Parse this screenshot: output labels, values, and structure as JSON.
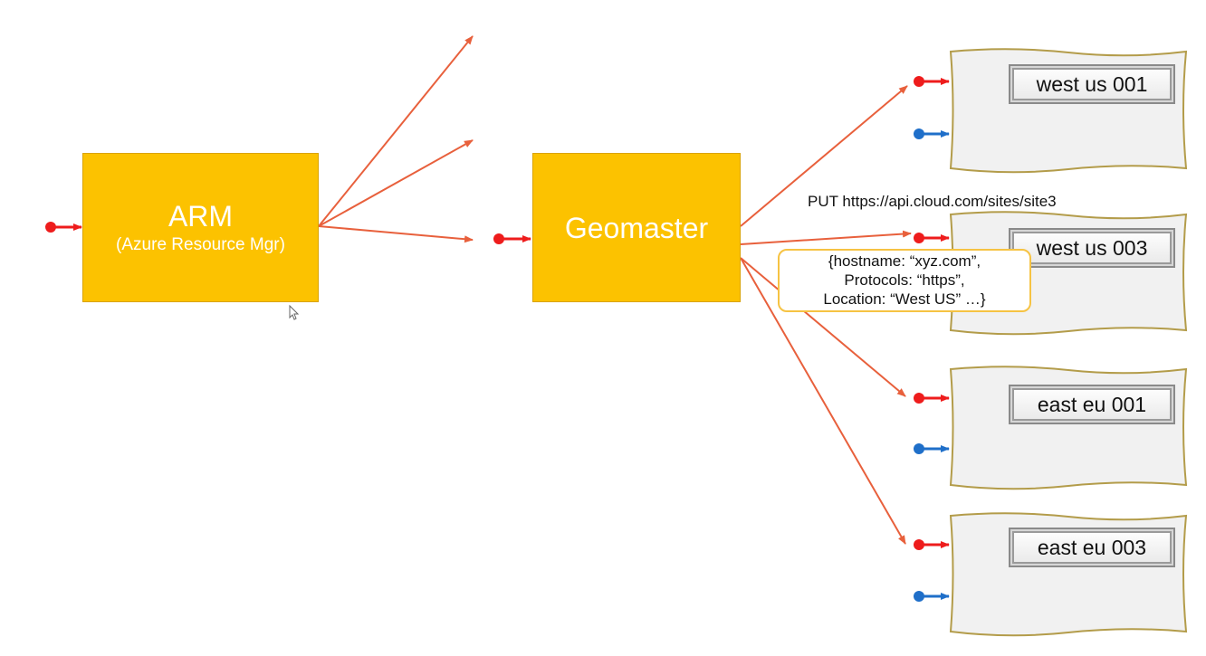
{
  "arm": {
    "title": "ARM",
    "subtitle": "(Azure Resource Mgr)"
  },
  "geomaster": {
    "title": "Geomaster"
  },
  "request": {
    "put_line": "PUT https://api.cloud.com/sites/site3",
    "body_lines": [
      "{hostname: “xyz.com”,",
      "Protocols: “https”,",
      "Location: “West US” …}"
    ]
  },
  "regions": [
    {
      "label": "west us 001"
    },
    {
      "label": "west us 003"
    },
    {
      "label": "east eu 001"
    },
    {
      "label": "east eu 003"
    }
  ],
  "colors": {
    "box": "#fcc200",
    "arrow": "#e8603c",
    "red_dot": "#ee1c1c",
    "blue_dot": "#1f6fc9",
    "callout_border": "#f6c343"
  }
}
